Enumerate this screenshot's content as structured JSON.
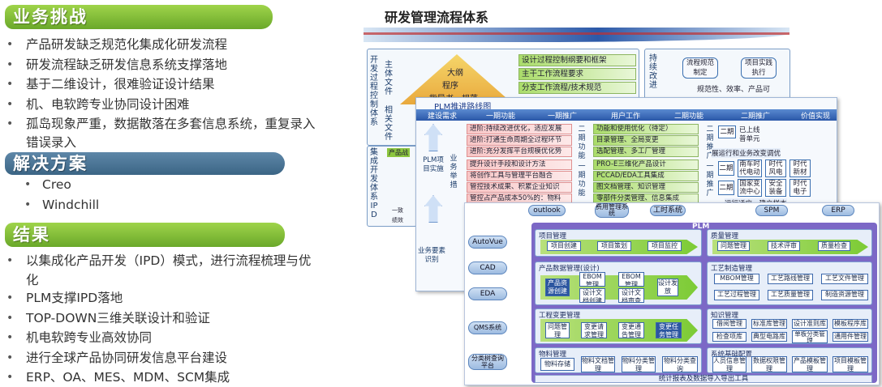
{
  "left": {
    "challenges": {
      "title": "业务挑战",
      "items": [
        "产品研发缺乏规范化集成化研发流程",
        "研发流程缺乏研发信息系统支撑落地",
        "基于二维设计，很难验证设计结果",
        "机、电软跨专业协同设计困难",
        "孤岛现象严重，数据散落在多套信息系统，重复录入",
        "错误录入"
      ]
    },
    "solutions": {
      "title": "解决方案",
      "items": [
        "Creo",
        "Windchill"
      ]
    },
    "results": {
      "title": "结果",
      "items": [
        "以集成化产品开发（IPD）模式，进行流程梳理与优",
        "化",
        "PLM支撑IPD落地",
        "TOP-DOWN三维关联设计和验证",
        "机电软跨专业高效协同",
        "进行全球产品协同研发信息平台建设",
        "ERP、OA、MES、MDM、SCM集成"
      ]
    }
  },
  "diagram": {
    "title": "研发管理流程体系",
    "back": {
      "left_vertical": "开发过程控制体系",
      "left_vertical2": "集成开发体系IPD",
      "col_a": "主体文件",
      "col_b": "相关文件",
      "pyramid": [
        "大纲",
        "程序",
        "指导书、规范"
      ],
      "bars": [
        "设计过程控制纲要和框架",
        "主干工作流程要求",
        "分支工作流程/技术规范"
      ],
      "right_vertical": "持续改进",
      "right_boxes": [
        "流程规范制定",
        "项目实践执行",
        "规范性、效率、产品可"
      ],
      "partial_label": "产品战",
      "partial_small": [
        "一致",
        "绩效"
      ]
    },
    "roadmap": {
      "title": "PLM推进路线图",
      "header": [
        "建设需求",
        "一期功能",
        "一期推广",
        "用户工作",
        "二期功能",
        "二期推广",
        "价值实现"
      ],
      "side_label": "PLM项目实施",
      "side_label2": "业务举措",
      "side_label3": "业务要素识别",
      "red_items": [
        "进阶:持续改进优化，适应发展",
        "进阶:打通生命周期全过程环节",
        "进阶:充分发挥平台规模优化势"
      ],
      "green_items": [
        "功能和使用优化（待定）",
        "目录管理、全局变更",
        "选配管理、多工厂管理"
      ],
      "phase1": "二期功能",
      "phase1_push": "二期推广",
      "right_top": [
        "二期",
        "已上线",
        "普单元"
      ],
      "right_note": "展运行和业务改变调优",
      "mid_red": [
        "提升设计手段和设计方法",
        "将创作工具与管理平台融合",
        "管控技术成果、积累企业知识",
        "管控占产品成本50%的：物料"
      ],
      "mid_green": [
        "PRO-E三维化产品设计",
        "PCCAD/EDA工具集成",
        "图文档管理、知识管理",
        "零部件分类管理、信息集成"
      ],
      "phase2": "一期功能",
      "phase2_push": "一期推广",
      "right_mid": [
        "二期",
        "南车时代电动",
        "时代风电",
        "时代新材",
        "二期",
        "国家变流中心",
        "安全装备",
        "时代电子"
      ],
      "right_note2": "运行适应，建立样本"
    },
    "plm": {
      "top_systems": [
        "outlook",
        "费用管理系统",
        "工时系统",
        "SPM",
        "ERP"
      ],
      "core_label": "PLM",
      "left_systems": [
        "AutoVue",
        "CAD",
        "EDA",
        "QMS系统",
        "分类树查询平台"
      ],
      "project": {
        "title": "项目管理",
        "steps": [
          "项目创建",
          "项目策划",
          "项目监控"
        ]
      },
      "quality": {
        "title": "质量管理",
        "steps": [
          "问题管理",
          "技术评审",
          "质量检查"
        ]
      },
      "pdm": {
        "title": "产品数据管理(设计)",
        "steps": [
          "产品资源创建",
          "EBOM管理",
          "设计文档创建",
          "EBOM管理",
          "设计文档审查",
          "设计发放"
        ]
      },
      "process": {
        "title": "工艺制造管理",
        "items": [
          "MBOM管理",
          "工艺路线管理",
          "工艺文件管理",
          "工艺过程管理",
          "工艺质量管理",
          "制造资源管理"
        ]
      },
      "change": {
        "title": "工程变更管理",
        "steps": [
          "问题管理",
          "变更请求管理",
          "变更通告管理",
          "变更任务管理"
        ]
      },
      "knowledge": {
        "title": "知识管理",
        "items": [
          "借阅管理",
          "标准库管理",
          "设计准则库",
          "模板程序库",
          "检查项库",
          "典型电路库",
          "单板分类管理",
          "通用件管理"
        ]
      },
      "material": {
        "title": "物料管理",
        "items": [
          "物料存储",
          "物料文档管理",
          "物料分类管理",
          "物料分类查询"
        ]
      },
      "base": {
        "title": "系统基础配置",
        "items": [
          "人员信息管理",
          "数据权限管理",
          "产品模板管理",
          "项目模板管理"
        ]
      },
      "footer": "统计报表及数据导入导出工具"
    }
  },
  "colors": {
    "header_green": "#6aa82a",
    "header_blue": "#3b6585",
    "diagram_blue": "#2c56a0",
    "plm_purple": "#6a55b8"
  }
}
